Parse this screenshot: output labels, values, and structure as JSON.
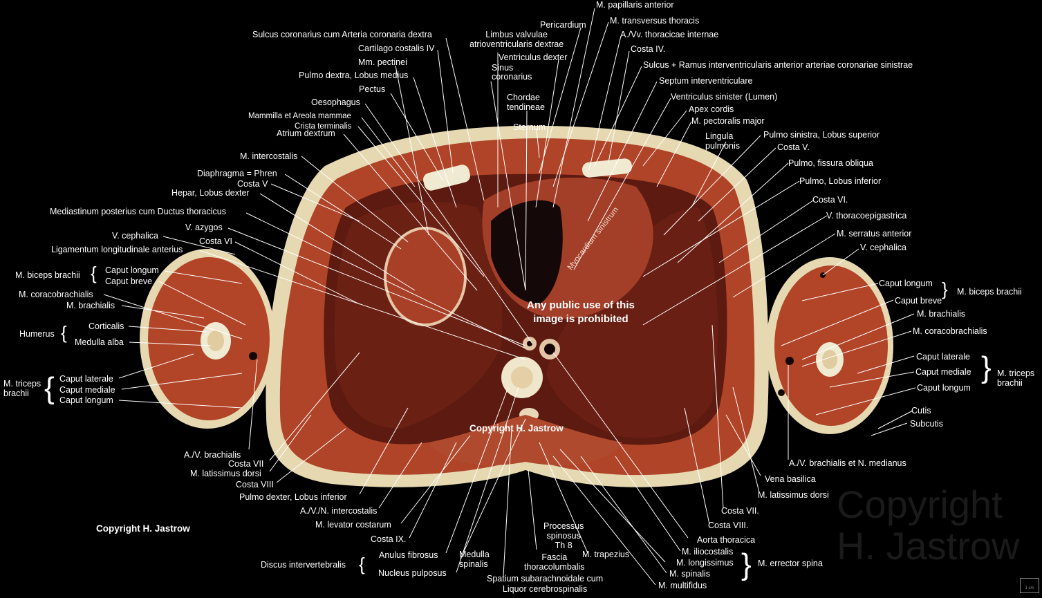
{
  "labels": {
    "papillaris": "M. papillaris anterior",
    "transversus": "M. transversus thoracis",
    "thoracicae_int": "A./Vv. thoracicae internae",
    "pericardium": "Pericardium",
    "costa4r": "Costa IV.",
    "sulcus_coronarius": "Sulcus coronarius cum Arteria coronaria dextra",
    "limbus": "Limbus valvulae\natrioventricularis dextrae",
    "sulcus_ramus": "Sulcus + Ramus interventricularis anterior arteriae coronariae sinistrae",
    "cartilago": "Cartilago costalis IV",
    "ventr_dexter": "Ventriculus dexter",
    "sinus": "Sinus\ncoronarius",
    "mm_pectinei": "Mm. pectinei",
    "pulmo_dex_med": "Pulmo dextra, Lobus medius",
    "septum": "Septum interventriculare",
    "pectus": "Pectus",
    "chordae": "Chordae\ntendineae",
    "ventr_sinister": "Ventriculus sinister (Lumen)",
    "oesophagus": "Oesophagus",
    "apex": "Apex cordis",
    "mammilla": "Mammilla et Areola mammae",
    "pect_major": "M. pectoralis major",
    "crista": "Crista terminalis",
    "sternum": "Sternum",
    "atrium": "Atrium dextrum",
    "lingula": "Lingula\npulmonis",
    "pulmo_sin_sup": "Pulmo sinistra, Lobus superior",
    "costa5r": "Costa V.",
    "intercostalis": "M. intercostalis",
    "fissura": "Pulmo, fissura obliqua",
    "diaphragma": "Diaphragma = Phren",
    "pulmo_inf": "Pulmo, Lobus inferior",
    "costa5l": "Costa V",
    "hepar": "Hepar, Lobus dexter",
    "costa6r": "Costa VI.",
    "mediastinum": "Mediastinum posterius cum Ductus thoracicus",
    "thoracoepi": "V. thoracoepigastrica",
    "azygos": "V. azygos",
    "serratus": "M. serratus anterior",
    "cephalica_l": "V. cephalica",
    "costa6l": "Costa VI",
    "cephalica_r": "V. cephalica",
    "lig_long": "Ligamentum longitudinale anterius",
    "biceps_l": "M. biceps brachii",
    "cap_longum_l1": "Caput longum",
    "cap_breve_l": "Caput breve",
    "cap_longum_r1": "Caput longum",
    "biceps_r": "M. biceps brachii",
    "coraco_l": "M. coracobrachialis",
    "cap_breve_r": "Caput breve",
    "brachialis_l": "M. brachialis",
    "notice": "Any public use of this\nimage is prohibited",
    "brachialis_r": "M. brachialis",
    "humerus": "Humerus",
    "corticalis": "Corticalis",
    "coraco_r": "M. coracobrachialis",
    "medulla_alba": "Medulla alba",
    "cap_lat_r": "Caput laterale",
    "triceps_r": "M. triceps\nbrachii",
    "triceps_l": "M. triceps\nbrachii",
    "cap_lat_l": "Caput laterale",
    "cap_med_r": "Caput mediale",
    "cap_med_l": "Caput mediale",
    "cap_longum_r2": "Caput longum",
    "cap_longum_l2": "Caput longum",
    "cutis": "Cutis",
    "subcutis": "Subcutis",
    "copyright_mid": "Copyright H. Jastrow",
    "av_brachialis": "A./V. brachialis",
    "av_brach_med": "A./V. brachialis et N. medianus",
    "costa7l": "Costa VII",
    "lat_dorsi_l": "M. latissimus dorsi",
    "vena_basilica": "Vena basilica",
    "costa8l": "Costa VIII",
    "lat_dorsi_r": "M. latissimus dorsi",
    "pulmo_dex_inf": "Pulmo dexter, Lobus inferior",
    "avn_intercost": "A./V./N. intercostalis",
    "costa7r": "Costa VII.",
    "copyright_left": "Copyright H. Jastrow",
    "levator": "M. levator costarum",
    "costa8r": "Costa VIII.",
    "proc_spin": "Processus\nspinosus\nTh 8",
    "costa9": "Costa IX.",
    "aorta": "Aorta thoracica",
    "iliocostalis": "M. iliocostalis",
    "anulus": "Anulus fibrosus",
    "medulla_sp": "Medulla\nspinalis",
    "fascia": "Fascia\nthoracolumbalis",
    "trapezius": "M. trapezius",
    "longissimus": "M. longissimus",
    "errector": "M. errector spina",
    "discus": "Discus intervertebralis",
    "nucleus": "Nucleus pulposus",
    "spinalis": "M. spinalis",
    "spatium": "Spatium subarachnoidale cum\nLiquor cerebrospinalis",
    "multifidus": "M. multifidus",
    "myocardium": "Myocardium sinistrum",
    "ghost": "Copyright\nH. Jastrow",
    "scale": "1 cm"
  },
  "colors": {
    "muscle": "#b2462e",
    "skin": "#e8dcb4",
    "lung": "#5e1a12",
    "heart": "#a8402a",
    "bone": "#f1ead2"
  }
}
